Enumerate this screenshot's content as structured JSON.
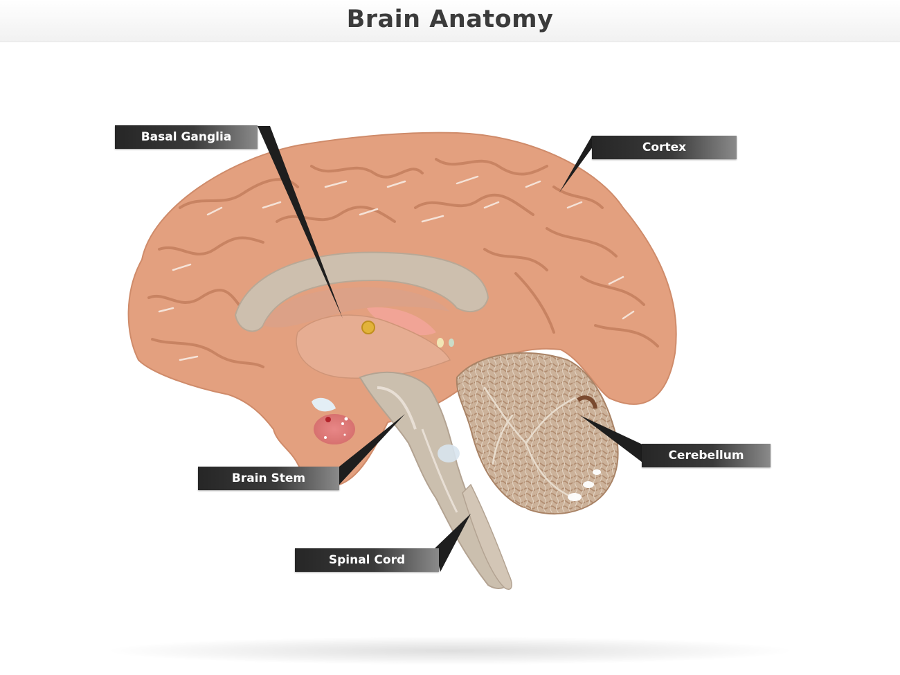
{
  "title": "Brain Anatomy",
  "labels": {
    "basal_ganglia": "Basal Ganglia",
    "cortex": "Cortex",
    "cerebellum": "Cerebellum",
    "brain_stem": "Brain Stem",
    "spinal_cord": "Spinal Cord"
  },
  "colors": {
    "cortex": "#e3a07f",
    "cortex_dark": "#d08866",
    "inner_tissue": "#cdbfae",
    "stem": "#cbbfae",
    "cerebellum": "#c9ad93",
    "label_bg": "#2b2b2b",
    "pointer": "#1e1e1e"
  }
}
